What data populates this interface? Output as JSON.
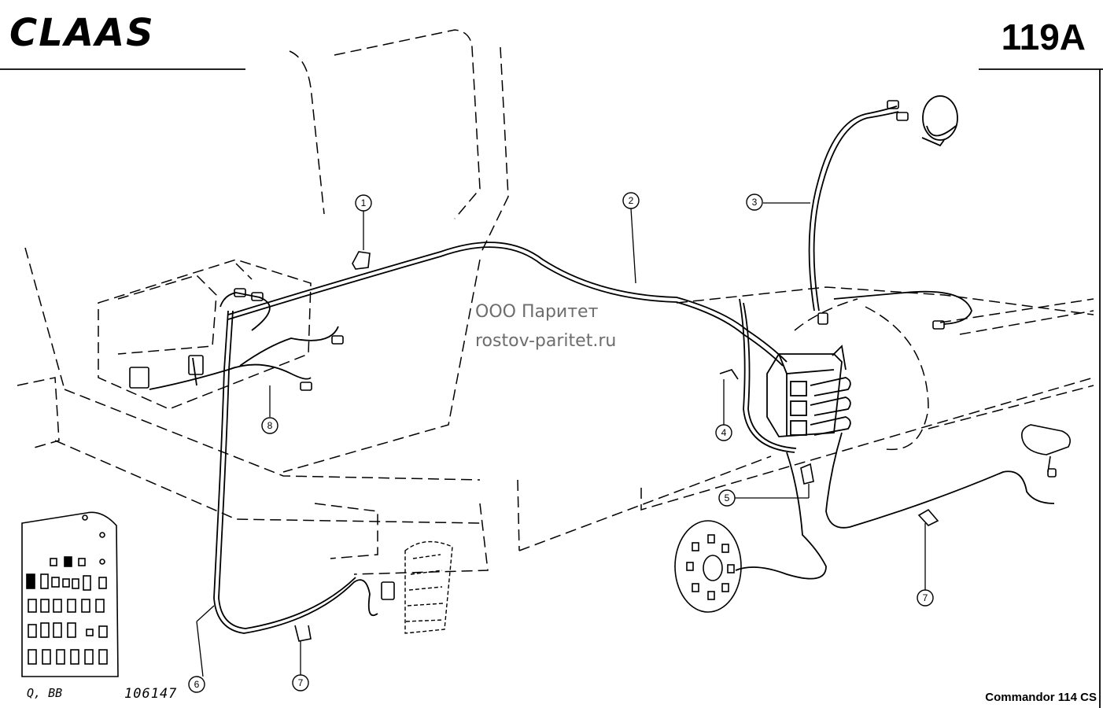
{
  "header": {
    "brand": "CLAAS",
    "page_code": "119A"
  },
  "watermark": {
    "line1": "ООО Паритет",
    "line2": "rostov-paritet.ru"
  },
  "callouts": [
    "1",
    "2",
    "3",
    "4",
    "5",
    "6",
    "7",
    "7",
    "8"
  ],
  "footer": {
    "left_code": "Q, BB",
    "drawing_number": "106147",
    "model": "Commandor 114 CS"
  },
  "colors": {
    "line": "#000000",
    "background": "#ffffff",
    "watermark": "#6d6d6d"
  }
}
